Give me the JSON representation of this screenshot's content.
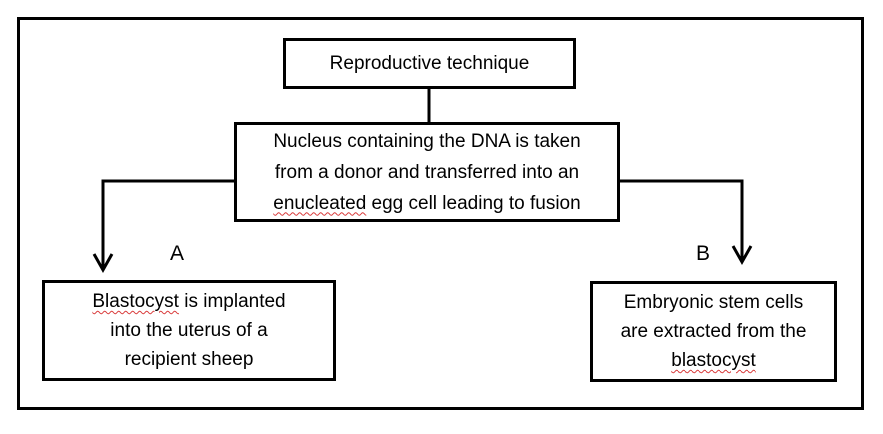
{
  "diagram": {
    "title_box": {
      "text": "Reproductive technique"
    },
    "process_box": {
      "lines": [
        "Nucleus containing the DNA is taken",
        "from a donor and transferred into an",
        "enucleated egg cell leading to fusion"
      ],
      "flagged_word": "enucleated",
      "line3_rest": " egg cell leading to fusion"
    },
    "branch_a": {
      "label": "A",
      "flagged_word": "Blastocyst",
      "line1_rest": " is implanted",
      "line2": "into the uterus of a",
      "line3": "recipient sheep"
    },
    "branch_b": {
      "label": "B",
      "line1": "Embryonic stem cells",
      "line2": "are extracted from the",
      "flagged_word": "blastocyst"
    }
  }
}
